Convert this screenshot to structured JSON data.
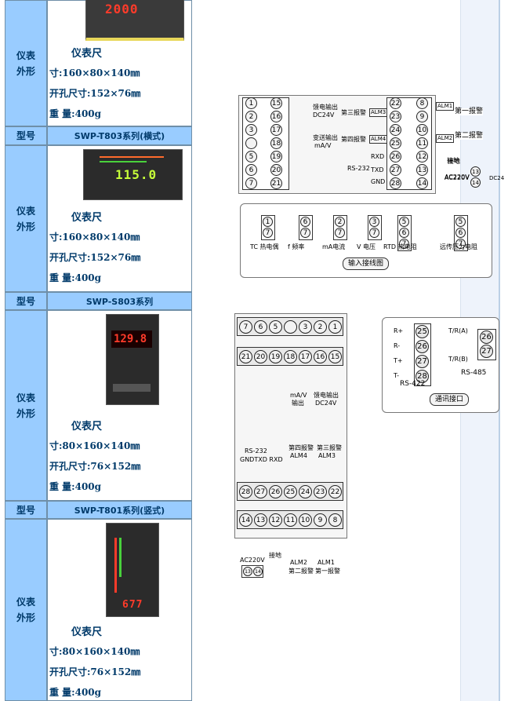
{
  "table": {
    "label_appearance": "仪表外形",
    "label_model": "型号",
    "size_title": "仪表尺",
    "blocks": [
      {
        "size": "寸:160×80×140㎜",
        "cutout": "开孔尺寸:152×76㎜",
        "weight": "重 量:400g",
        "display": "2000"
      },
      {
        "model": "SWP-T803系列(横式)",
        "size": "寸:160×80×140㎜",
        "cutout": "开孔尺寸:152×76㎜",
        "weight": "重 量:400g",
        "display": "115.0"
      },
      {
        "model": "SWP-S803系列",
        "size": "寸:80×160×140㎜",
        "cutout": "开孔尺寸:76×152㎜",
        "weight": "重 量:400g",
        "display": "129.8"
      },
      {
        "model": "SWP-T801系列(竖式)",
        "size": "寸:80×160×140㎜",
        "cutout": "开孔尺寸:76×152㎜",
        "weight": "重 量:400g",
        "display": "677"
      }
    ]
  },
  "diagram1": {
    "left_pins": [
      "1",
      "2",
      "3",
      "",
      "5",
      "7"
    ],
    "mid_pins": [
      "15",
      "16",
      "17",
      "18",
      "19",
      "20",
      "21"
    ],
    "right_pins_a": [
      "22",
      "23",
      "24",
      "25",
      "26",
      "27",
      "28"
    ],
    "right_pins_b": [
      "8",
      "9",
      "10",
      "11",
      "12",
      "13",
      "14"
    ],
    "feed_out": "馈电输出",
    "dc24v": "DC24V",
    "transmit_out": "变送输出",
    "ma_v": "mA/V",
    "alarm3": "第三报警",
    "alarm4": "第四报警",
    "alm3": "ALM3",
    "alm4": "ALM4",
    "alm1": "ALM1",
    "alm2": "ALM2",
    "alarm1": "第一报警",
    "alarm2": "第二报警",
    "rs232": "RS-232",
    "rxd": "RXD",
    "txd": "TXD",
    "gnd": "GND",
    "ground": "接地",
    "ac220v": "AC220V",
    "dc24": "DC24",
    "pwr_pins": [
      "13",
      "14"
    ]
  },
  "diagram2": {
    "items": [
      "TC 热电偶",
      "f 频率",
      "mA电流",
      "V 电压",
      "RTD 热电阻",
      "远传压力电阻"
    ],
    "title": "输入接线图"
  },
  "diagram3": {
    "top_pins": [
      "7",
      "6",
      "5",
      "",
      "3",
      "2",
      "1"
    ],
    "row2_pins": [
      "21",
      "20",
      "19",
      "18",
      "17",
      "16",
      "15"
    ],
    "row3_pins": [
      "28",
      "27",
      "26",
      "25",
      "24",
      "23",
      "22"
    ],
    "row4_pins": [
      "14",
      "13",
      "12",
      "11",
      "10",
      "9",
      "8"
    ],
    "ma_v": "mA/V",
    "output": "输出",
    "feed_out": "馈电输出",
    "dc24v": "DC24V",
    "rs232": "RS-232",
    "gnd_txd_rxd": "GNDTXD RXD",
    "alarm4": "第四报警",
    "alarm3": "第三报警",
    "alm4": "ALM4",
    "alm3": "ALM3",
    "ac220v": "AC220V",
    "ground": "接地",
    "alm2": "ALM2",
    "alm1": "ALM1",
    "alarm2": "第二报警",
    "alarm1": "第一报警",
    "pwr_pins": [
      "13",
      "14"
    ]
  },
  "diagram4": {
    "rs422_pins": [
      "25",
      "26",
      "27",
      "28"
    ],
    "rs422_labels": [
      "R+",
      "R-",
      "T+",
      "T-"
    ],
    "rs422": "RS-422",
    "rs485_pins": [
      "26",
      "27"
    ],
    "txa": "T/R(A)",
    "txb": "T/R(B)",
    "rs485": "RS-485",
    "title": "通讯接口"
  }
}
